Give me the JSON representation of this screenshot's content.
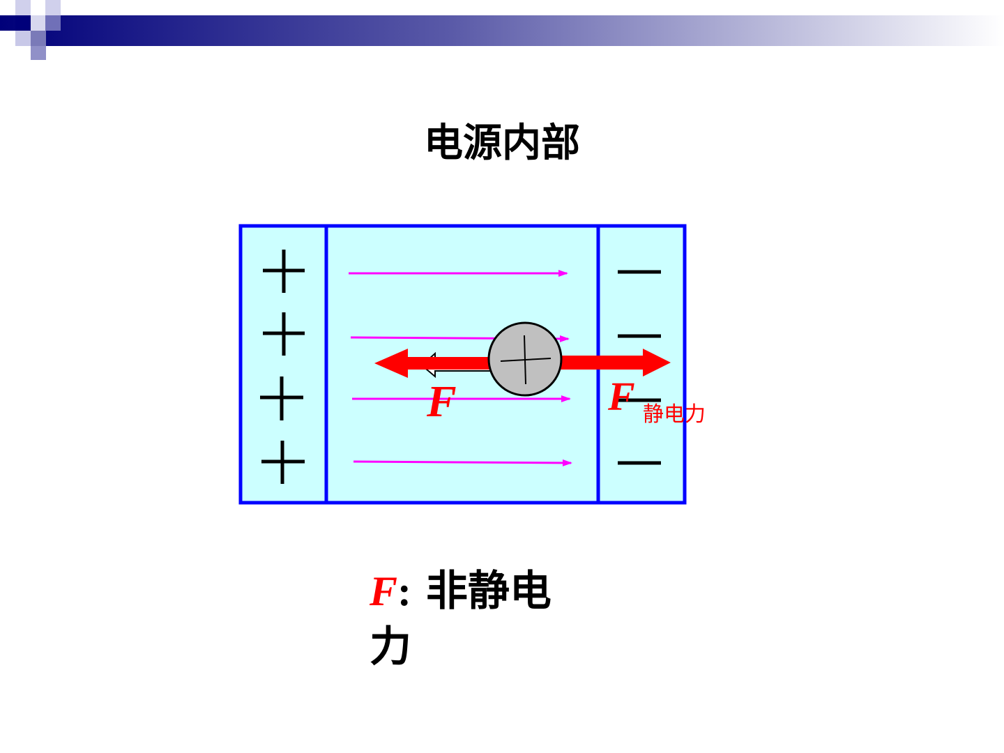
{
  "slide": {
    "title": "电源内部"
  },
  "diagram": {
    "plus_signs": [
      "+",
      "+",
      "+",
      "+"
    ],
    "minus_signs": [
      "—",
      "—",
      "—",
      "—"
    ],
    "charge_symbol": "+",
    "force_left_label": "F",
    "force_right_label": "F",
    "force_right_subscript": "静电力"
  },
  "caption": {
    "symbol": "F",
    "colon": ":",
    "text": " 非静电力"
  },
  "colors": {
    "force": "#ff0000",
    "field_line": "#ff00ff",
    "box_fill": "#ccffff",
    "box_border": "#0000ff",
    "charge_fill": "#c0c0c0"
  }
}
